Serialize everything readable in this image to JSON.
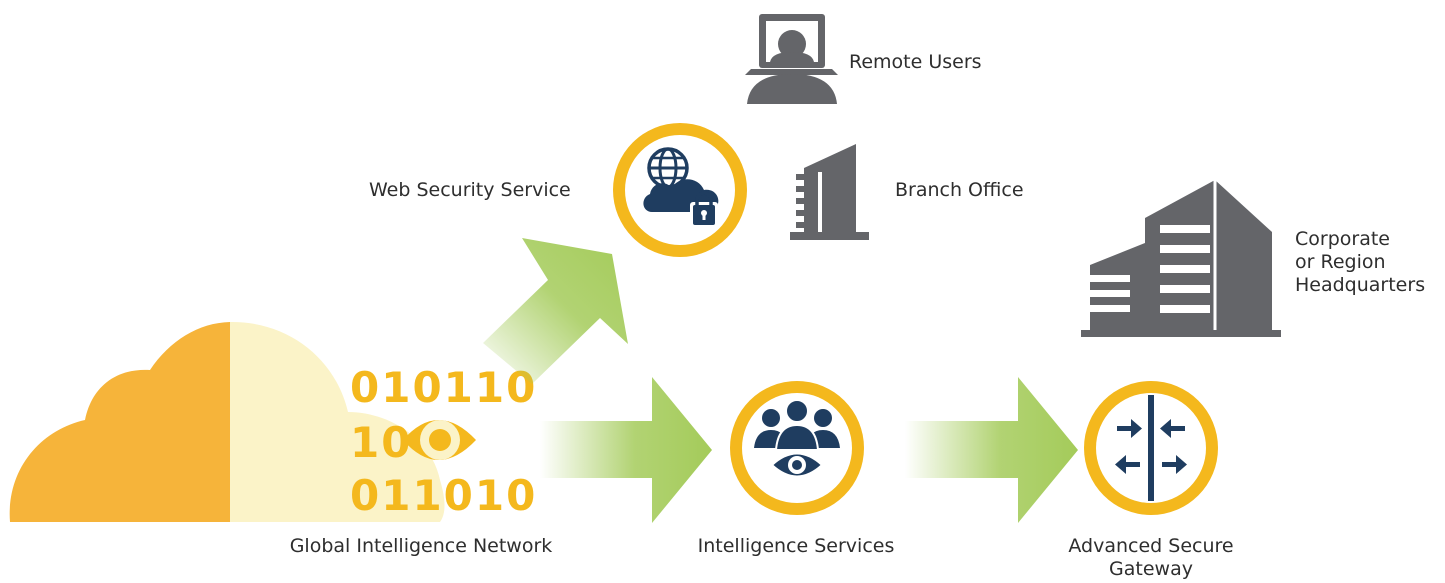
{
  "labels": {
    "remote_users": "Remote Users",
    "web_security_service": "Web Security Service",
    "branch_office": "Branch Office",
    "corporate_hq_line1": "Corporate",
    "corporate_hq_line2": "or Region",
    "corporate_hq_line3": "Headquarters",
    "global_intelligence_network": "Global Intelligence Network",
    "intelligence_services": "Intelligence Services",
    "advanced_secure_gateway_line1": "Advanced Secure",
    "advanced_secure_gateway_line2": "Gateway"
  },
  "binary": {
    "row1": "010110",
    "row2": "10",
    "row3": "011010"
  },
  "icons": {
    "remote_users": "computer-user-icon",
    "branch_office": "building-icon",
    "corporate_hq": "buildings-icon",
    "web_security_service": "globe-cloud-lock-icon",
    "intelligence_services": "people-eye-icon",
    "advanced_secure_gateway": "gateway-arrows-icon",
    "global_intelligence_network": "cloud-binary-eye-icon"
  },
  "colors": {
    "gold": "#f4b81d",
    "cloud_left": "#f6b43a",
    "cloud_right": "#fbf3c8",
    "arrow_green": "#a4cb5a",
    "navy": "#1f3d60",
    "gray": "#646569",
    "text": "#2e2e2e"
  }
}
